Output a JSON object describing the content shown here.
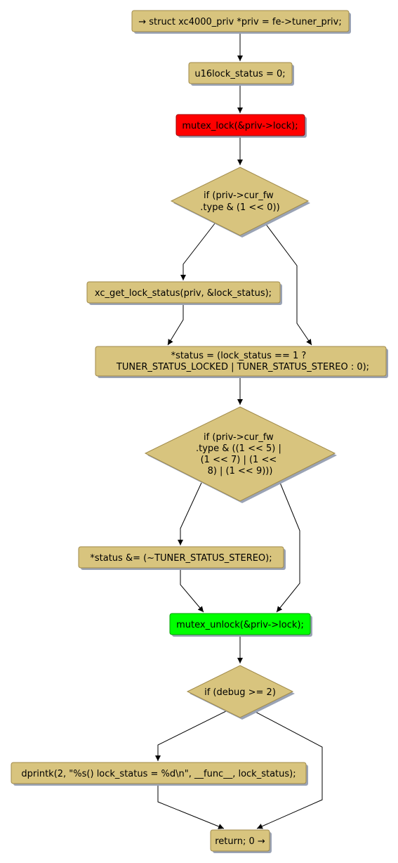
{
  "colors": {
    "node_fill": "#d8c47e",
    "node_stroke": "#a08a4a",
    "shadow": "#9aa3b5",
    "highlight_red": "#ff0000",
    "highlight_green": "#00ff00",
    "edge": "#000000"
  },
  "nodes": {
    "n1": {
      "lines": [
        "→ struct xc4000_priv *priv = fe->tuner_priv;"
      ]
    },
    "n2": {
      "lines": [
        "u16lock_status = 0;"
      ]
    },
    "n3": {
      "lines": [
        "mutex_lock(&priv->lock);"
      ]
    },
    "n4": {
      "lines": [
        "if (priv->cur_fw",
        ".type & (1 << 0))"
      ]
    },
    "n5": {
      "lines": [
        "xc_get_lock_status(priv, &lock_status);"
      ]
    },
    "n6": {
      "lines": [
        "*status = (lock_status == 1 ?",
        "TUNER_STATUS_LOCKED | TUNER_STATUS_STEREO : 0);"
      ]
    },
    "n7": {
      "lines": [
        "if (priv->cur_fw",
        ".type & ((1 << 5) |",
        "(1 << 7) | (1 <<",
        "8) | (1 << 9)))"
      ]
    },
    "n8": {
      "lines": [
        "*status &= (~TUNER_STATUS_STEREO);"
      ]
    },
    "n9": {
      "lines": [
        "mutex_unlock(&priv->lock);"
      ]
    },
    "n10": {
      "lines": [
        "if (debug >= 2)"
      ]
    },
    "n11": {
      "lines": [
        "dprintk(2, \"%s() lock_status = %d\\n\", __func__, lock_status);"
      ]
    },
    "n12": {
      "lines": [
        "return; 0 →"
      ]
    }
  }
}
